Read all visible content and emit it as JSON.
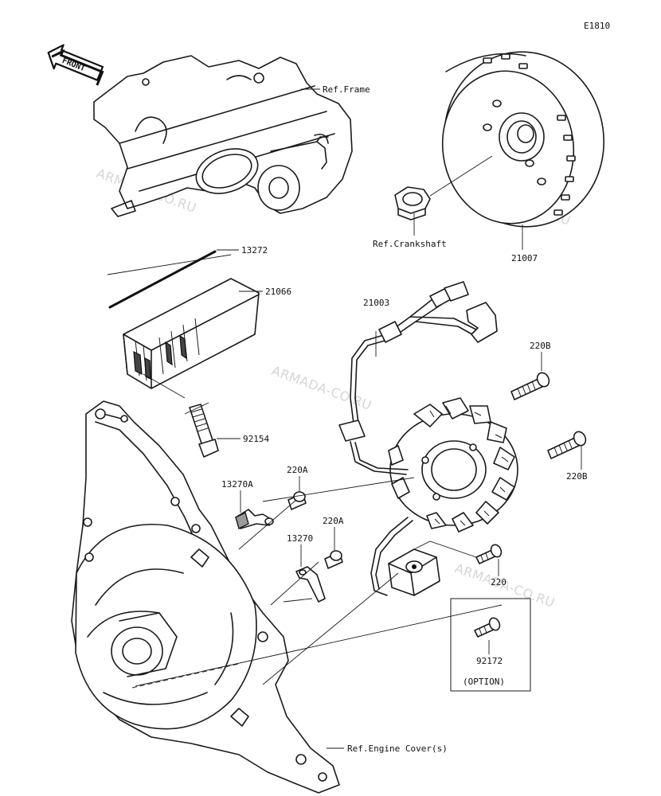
{
  "diagram_code": "E1810",
  "front_label": "FRONT",
  "watermark": "ARMADA-CO.RU",
  "callouts": {
    "ref_frame": "Ref.Frame",
    "p13272": "13272",
    "p21066": "21066",
    "p21003": "21003",
    "ref_crankshaft": "Ref.Crankshaft",
    "p21007": "21007",
    "p220b_top": "220B",
    "p220b_right": "220B",
    "p92154": "92154",
    "p220a_upper": "220A",
    "p13270a": "13270A",
    "p220a_lower": "220A",
    "p13270": "13270",
    "p220": "220",
    "p92172": "92172",
    "option": "(OPTION)",
    "ref_engine_cover": "Ref.Engine Cover(s)"
  },
  "colors": {
    "line": "#1a1a1a",
    "watermark": "#d6d6d6",
    "background": "#ffffff"
  }
}
